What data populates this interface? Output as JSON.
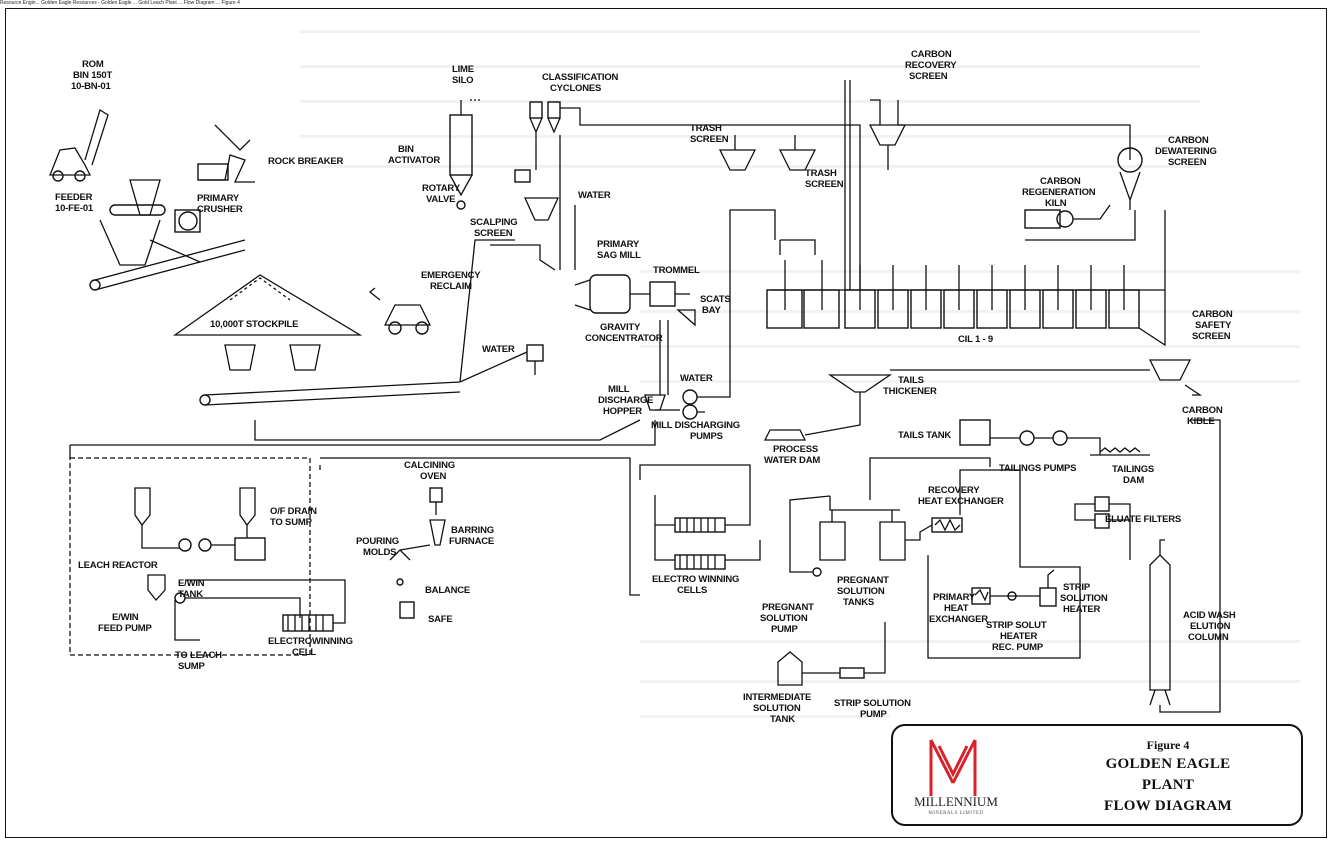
{
  "header_line": "Resource Engin... Golden Eagle Resources - Golden Eagle ... Gold Leach Plant ... Flow Diagram ... Figure 4",
  "labels": {
    "rom_bin": [
      "ROM",
      "BIN 150T",
      "10-BN-01"
    ],
    "rock_breaker": "ROCK BREAKER",
    "feeder": [
      "FEEDER",
      "10-FE-01"
    ],
    "primary_crusher": [
      "PRIMARY",
      "CRUSHER"
    ],
    "stockpile": "10,000T STOCKPILE",
    "emergency_reclaim": [
      "EMERGENCY",
      "RECLAIM"
    ],
    "lime_silo": [
      "LIME",
      "SILO"
    ],
    "bin_activator": [
      "BIN",
      "ACTIVATOR"
    ],
    "rotary_valve": [
      "ROTARY",
      "VALVE"
    ],
    "classification_cyclones": [
      "CLASSIFICATION",
      "CYCLONES"
    ],
    "scalping_screen": [
      "SCALPING",
      "SCREEN"
    ],
    "water_1": "WATER",
    "water_2": "WATER",
    "water_3": "WATER",
    "primary_sag_mill": [
      "PRIMARY",
      "SAG MILL"
    ],
    "trommel": "TROMMEL",
    "scats_bay": [
      "SCATS",
      "BAY"
    ],
    "gravity_concentrator": [
      "GRAVITY",
      "CONCENTRATOR"
    ],
    "mill_discharge_hopper": [
      "MILL",
      "DISCHARGE",
      "HOPPER"
    ],
    "mill_discharging_pumps": [
      "MILL DISCHARGING",
      "PUMPS"
    ],
    "trash_screen_1": [
      "TRASH",
      "SCREEN"
    ],
    "trash_screen_2": [
      "TRASH",
      "SCREEN"
    ],
    "carbon_recovery_screen": [
      "CARBON",
      "RECOVERY",
      "SCREEN"
    ],
    "carbon_regeneration_kiln": [
      "CARBON",
      "REGENERATION",
      "KILN"
    ],
    "carbon_dewatering_screen": [
      "CARBON",
      "DEWATERING",
      "SCREEN"
    ],
    "cil": "CIL 1 - 9",
    "carbon_safety_screen": [
      "CARBON",
      "SAFETY",
      "SCREEN"
    ],
    "carbon_kible": [
      "CARBON",
      "KIBLE"
    ],
    "tails_thickener": [
      "TAILS",
      "THICKENER"
    ],
    "process_water_dam": [
      "PROCESS",
      "WATER DAM"
    ],
    "tails_tank": "TAILS TANK",
    "tailings_pumps": "TAILINGS PUMPS",
    "tailings_dam": [
      "TAILINGS",
      "DAM"
    ],
    "leach_reactor": "LEACH REACTOR",
    "of_drain": [
      "O/F DRAIN",
      "TO SUMP"
    ],
    "ewin_tank": [
      "E/WIN",
      "TANK"
    ],
    "ewin_feed_pump": [
      "E/WIN",
      "FEED PUMP"
    ],
    "to_leach_sump": [
      "TO LEACH",
      "SUMP"
    ],
    "electrowinning_cell": [
      "ELECTROWINNING",
      "CELL"
    ],
    "calcining_oven": [
      "CALCINING",
      "OVEN"
    ],
    "barring_furnace": [
      "BARRING",
      "FURNACE"
    ],
    "pouring_molds": [
      "POURING",
      "MOLDS"
    ],
    "balance": "BALANCE",
    "safe": "SAFE",
    "electro_winning_cells": [
      "ELECTRO WINNING",
      "CELLS"
    ],
    "pregnant_solution_pump": [
      "PREGNANT",
      "SOLUTION",
      "PUMP"
    ],
    "pregnant_solution_tanks": [
      "PREGNANT",
      "SOLUTION",
      "TANKS"
    ],
    "recovery_heat_exchanger": [
      "RECOVERY",
      "HEAT EXCHANGER"
    ],
    "eluate_filters": "ELUATE FILTERS",
    "primary_heat_exchanger": [
      "PRIMARY",
      "HEAT",
      "EXCHANGER"
    ],
    "strip_solution_heater": [
      "STRIP",
      "SOLUTION",
      "HEATER"
    ],
    "strip_solut_heater_rec_pump": [
      "STRIP SOLUT",
      "HEATER",
      "REC. PUMP"
    ],
    "intermediate_solution_tank": [
      "INTERMEDIATE",
      "SOLUTION",
      "TANK"
    ],
    "strip_solution_pump": [
      "STRIP SOLUTION",
      "PUMP"
    ],
    "acid_wash_elution_column": [
      "ACID WASH",
      "ELUTION",
      "COLUMN"
    ]
  },
  "title_block": {
    "company": "MILLENNIUM",
    "company_sub": "MINERALS LIMITED",
    "figure": "Figure 4",
    "title_lines": [
      "GOLDEN EAGLE",
      "PLANT",
      "FLOW DIAGRAM"
    ],
    "brand_color": "#d8232a"
  }
}
